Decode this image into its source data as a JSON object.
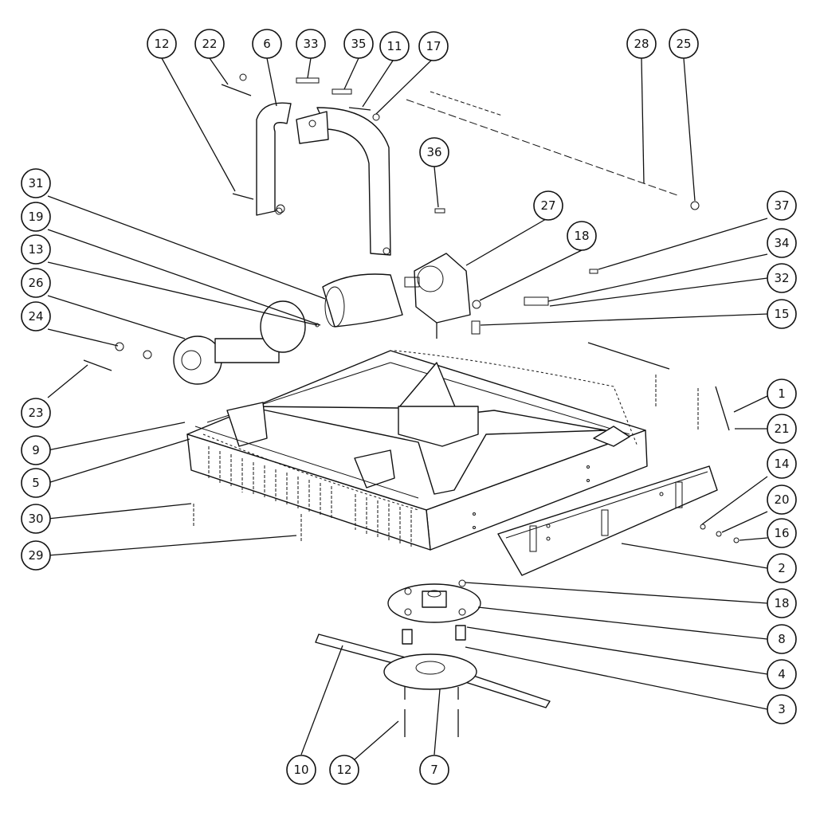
{
  "callouts": [
    {
      "label": "12"
    },
    {
      "label": "22"
    },
    {
      "label": "6"
    },
    {
      "label": "33"
    },
    {
      "label": "35"
    },
    {
      "label": "11"
    },
    {
      "label": "17"
    },
    {
      "label": "28"
    },
    {
      "label": "25"
    },
    {
      "label": "31"
    },
    {
      "label": "19"
    },
    {
      "label": "13"
    },
    {
      "label": "26"
    },
    {
      "label": "24"
    },
    {
      "label": "23"
    },
    {
      "label": "9"
    },
    {
      "label": "5"
    },
    {
      "label": "30"
    },
    {
      "label": "29"
    },
    {
      "label": "36"
    },
    {
      "label": "27"
    },
    {
      "label": "18"
    },
    {
      "label": "37"
    },
    {
      "label": "34"
    },
    {
      "label": "32"
    },
    {
      "label": "15"
    },
    {
      "label": "1"
    },
    {
      "label": "21"
    },
    {
      "label": "14"
    },
    {
      "label": "20"
    },
    {
      "label": "16"
    },
    {
      "label": "2"
    },
    {
      "label": "18"
    },
    {
      "label": "8"
    },
    {
      "label": "4"
    },
    {
      "label": "3"
    },
    {
      "label": "10"
    },
    {
      "label": "12"
    },
    {
      "label": "7"
    }
  ]
}
